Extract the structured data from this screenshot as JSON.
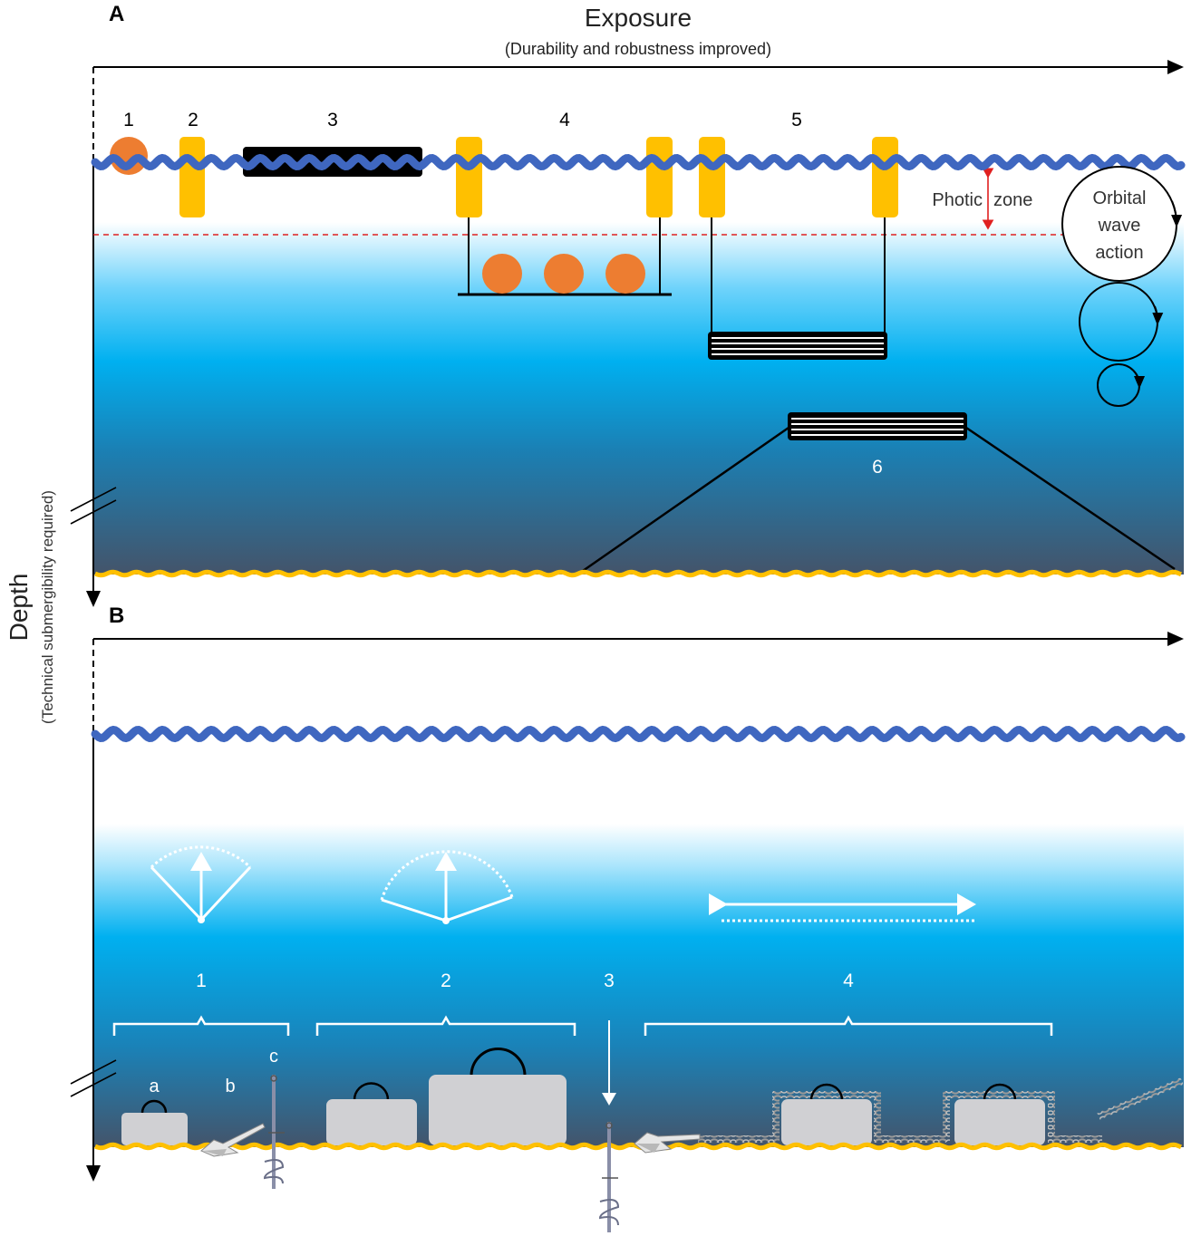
{
  "panel_a": {
    "letter": "A",
    "axis_title": "Exposure",
    "axis_subtitle": "(Durability and robustness improved)",
    "items": [
      "1",
      "2",
      "3",
      "4",
      "5",
      "6"
    ],
    "photic_label_1": "Photic",
    "photic_label_2": "zone",
    "orbital_lines": [
      "Orbital",
      "wave",
      "action"
    ]
  },
  "panel_b": {
    "letter": "B",
    "groups": [
      "1",
      "2",
      "3",
      "4"
    ],
    "sub_labels": [
      "a",
      "b",
      "c"
    ]
  },
  "depth_axis": {
    "title": "Depth",
    "subtitle": "(Technical submergibility required)"
  },
  "colors": {
    "wave": "#3f67c0",
    "buoy": "#ffc000",
    "orange": "#ed7d31",
    "seabed": "#ffc000",
    "photic_line": "#e02020",
    "block": "#d0d0d3",
    "water_top": "#ffffff",
    "water_mid": "#00b0f0",
    "water_deep": "#44546a"
  }
}
